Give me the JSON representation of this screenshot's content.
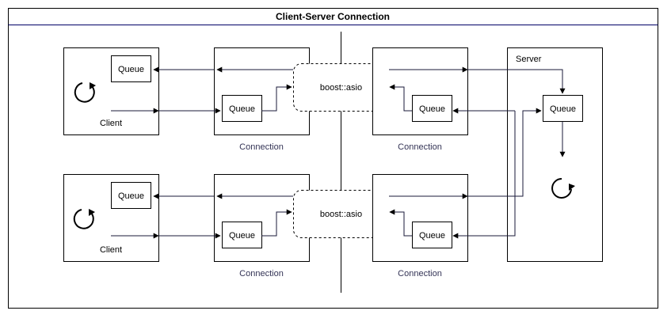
{
  "diagram": {
    "title": "Client-Server Connection",
    "top_row": {
      "client": {
        "label": "Client",
        "queue_label": "Queue",
        "loop_icon": "circular-arrow-icon"
      },
      "left_connection": {
        "label": "Connection",
        "queue_label": "Queue"
      },
      "asio": {
        "label": "boost::asio"
      },
      "right_connection": {
        "label": "Connection",
        "queue_label": "Queue"
      }
    },
    "bottom_row": {
      "client": {
        "label": "Client",
        "queue_label": "Queue",
        "loop_icon": "circular-arrow-icon"
      },
      "left_connection": {
        "label": "Connection",
        "queue_label": "Queue"
      },
      "asio": {
        "label": "boost::asio"
      },
      "right_connection": {
        "label": "Connection",
        "queue_label": "Queue"
      }
    },
    "server": {
      "label": "Server",
      "queue_label": "Queue",
      "loop_icon": "circular-arrow-icon"
    },
    "colors": {
      "outline": "#000000",
      "flow_line": "#1a1a3a",
      "connection_label": "#333355",
      "title_underline": "#000066"
    }
  }
}
